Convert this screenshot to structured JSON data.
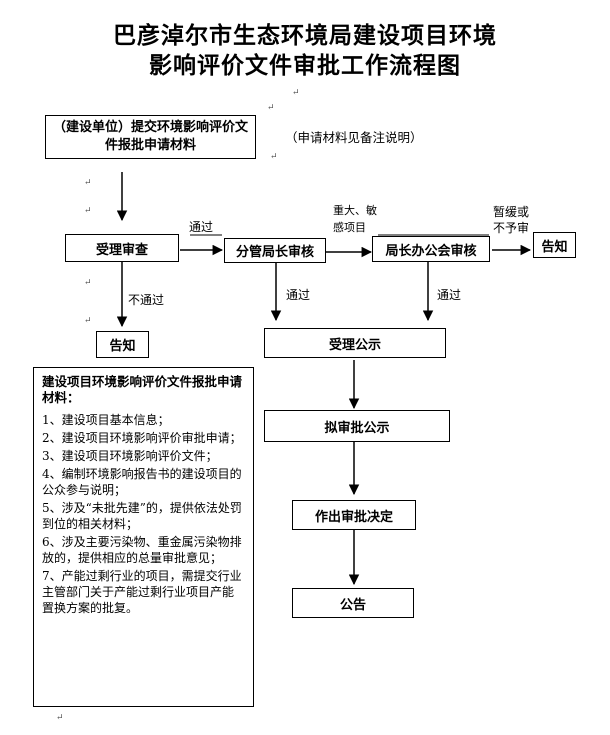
{
  "title": {
    "line1": "巴彦淖尔市生态环境局建设项目环境",
    "line2": "影响评价文件审批工作流程图"
  },
  "nodes": {
    "submit": "（建设单位）提交环境影响评价文件报批申请材料",
    "accept_review": "受理审查",
    "director_review": "分管局长审核",
    "office_meeting": "局长办公会审核",
    "notify_right": "告知",
    "notify_left": "告知",
    "public_notice": "受理公示",
    "proposed_notice": "拟审批公示",
    "decision": "作出审批决定",
    "announcement": "公告"
  },
  "labels": {
    "materials_note": "（申请材料见备注说明）",
    "pass_1": "通过",
    "pass_2": "通过",
    "pass_3": "通过",
    "fail": "不通过",
    "major_1": "重大、敏",
    "major_2": "感项目",
    "suspend_1": "暂缓或",
    "suspend_2": "不予审"
  },
  "notes": {
    "title": "建设项目环境影响评价文件报批申请材料：",
    "items": [
      "1、建设项目基本信息；",
      "2、建设项目环境影响评价审批申请；",
      "3、建设项目环境影响评价文件；",
      "4、编制环境影响报告书的建设项目的公众参与说明；",
      "5、涉及“未批先建”的，提供依法处罚到位的相关材料；",
      "6、涉及主要污染物、重金属污染物排放的，提供相应的总量审批意见；",
      "7、产能过剩行业的项目，需提交行业主管部门关于产能过剩行业项目产能置换方案的批复。"
    ]
  },
  "colors": {
    "line": "#000000",
    "background": "#ffffff"
  }
}
